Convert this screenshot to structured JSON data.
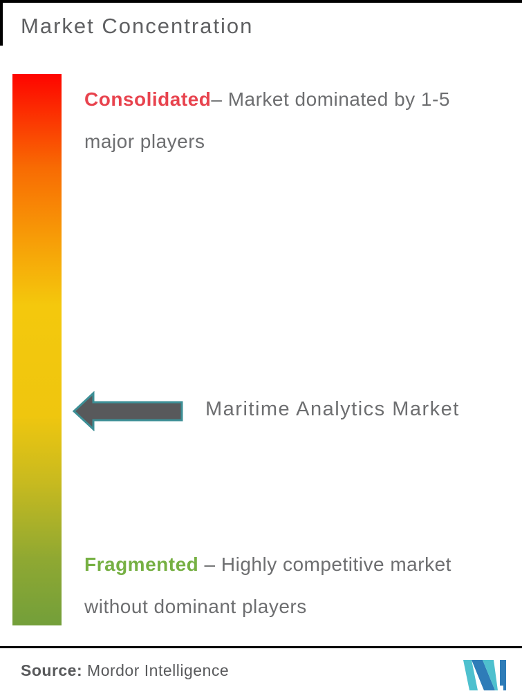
{
  "header": {
    "title": "Market Concentration",
    "title_color": "#5f6062"
  },
  "scale": {
    "description": "vertical market-concentration gradient scale, consolidated (red) at top to fragmented (green) at bottom",
    "stops": [
      {
        "color": "#fe0400",
        "pos": "0%"
      },
      {
        "color": "#f86b03",
        "pos": "17%"
      },
      {
        "color": "#f79d07",
        "pos": "30%"
      },
      {
        "color": "#f4c80d",
        "pos": "42%"
      },
      {
        "color": "#efc60f",
        "pos": "62%"
      },
      {
        "color": "#c8ba1f",
        "pos": "74%"
      },
      {
        "color": "#8fa832",
        "pos": "88%"
      },
      {
        "color": "#739f3a",
        "pos": "100%"
      }
    ]
  },
  "consolidated": {
    "term": "Consolidated",
    "term_color": "#e8434e",
    "line1_rest": "– Market dominated by 1-5",
    "line2": "major players"
  },
  "fragmented": {
    "term": "Fragmented",
    "term_color": "#76b043",
    "line1_rest": " – Highly competitive market",
    "line2": "without dominant players"
  },
  "indicator": {
    "label": "Maritime Analytics Market",
    "arrow_fill": "#58595b",
    "arrow_outline": "#3d8f96",
    "text_color": "#6d6e70"
  },
  "footer": {
    "source_label": "Source:",
    "source_value": "Mordor Intelligence",
    "logo_name": "mordor-intelligence-logo",
    "logo_teal": "#4ec0ce",
    "logo_blue": "#2e7cb8"
  }
}
